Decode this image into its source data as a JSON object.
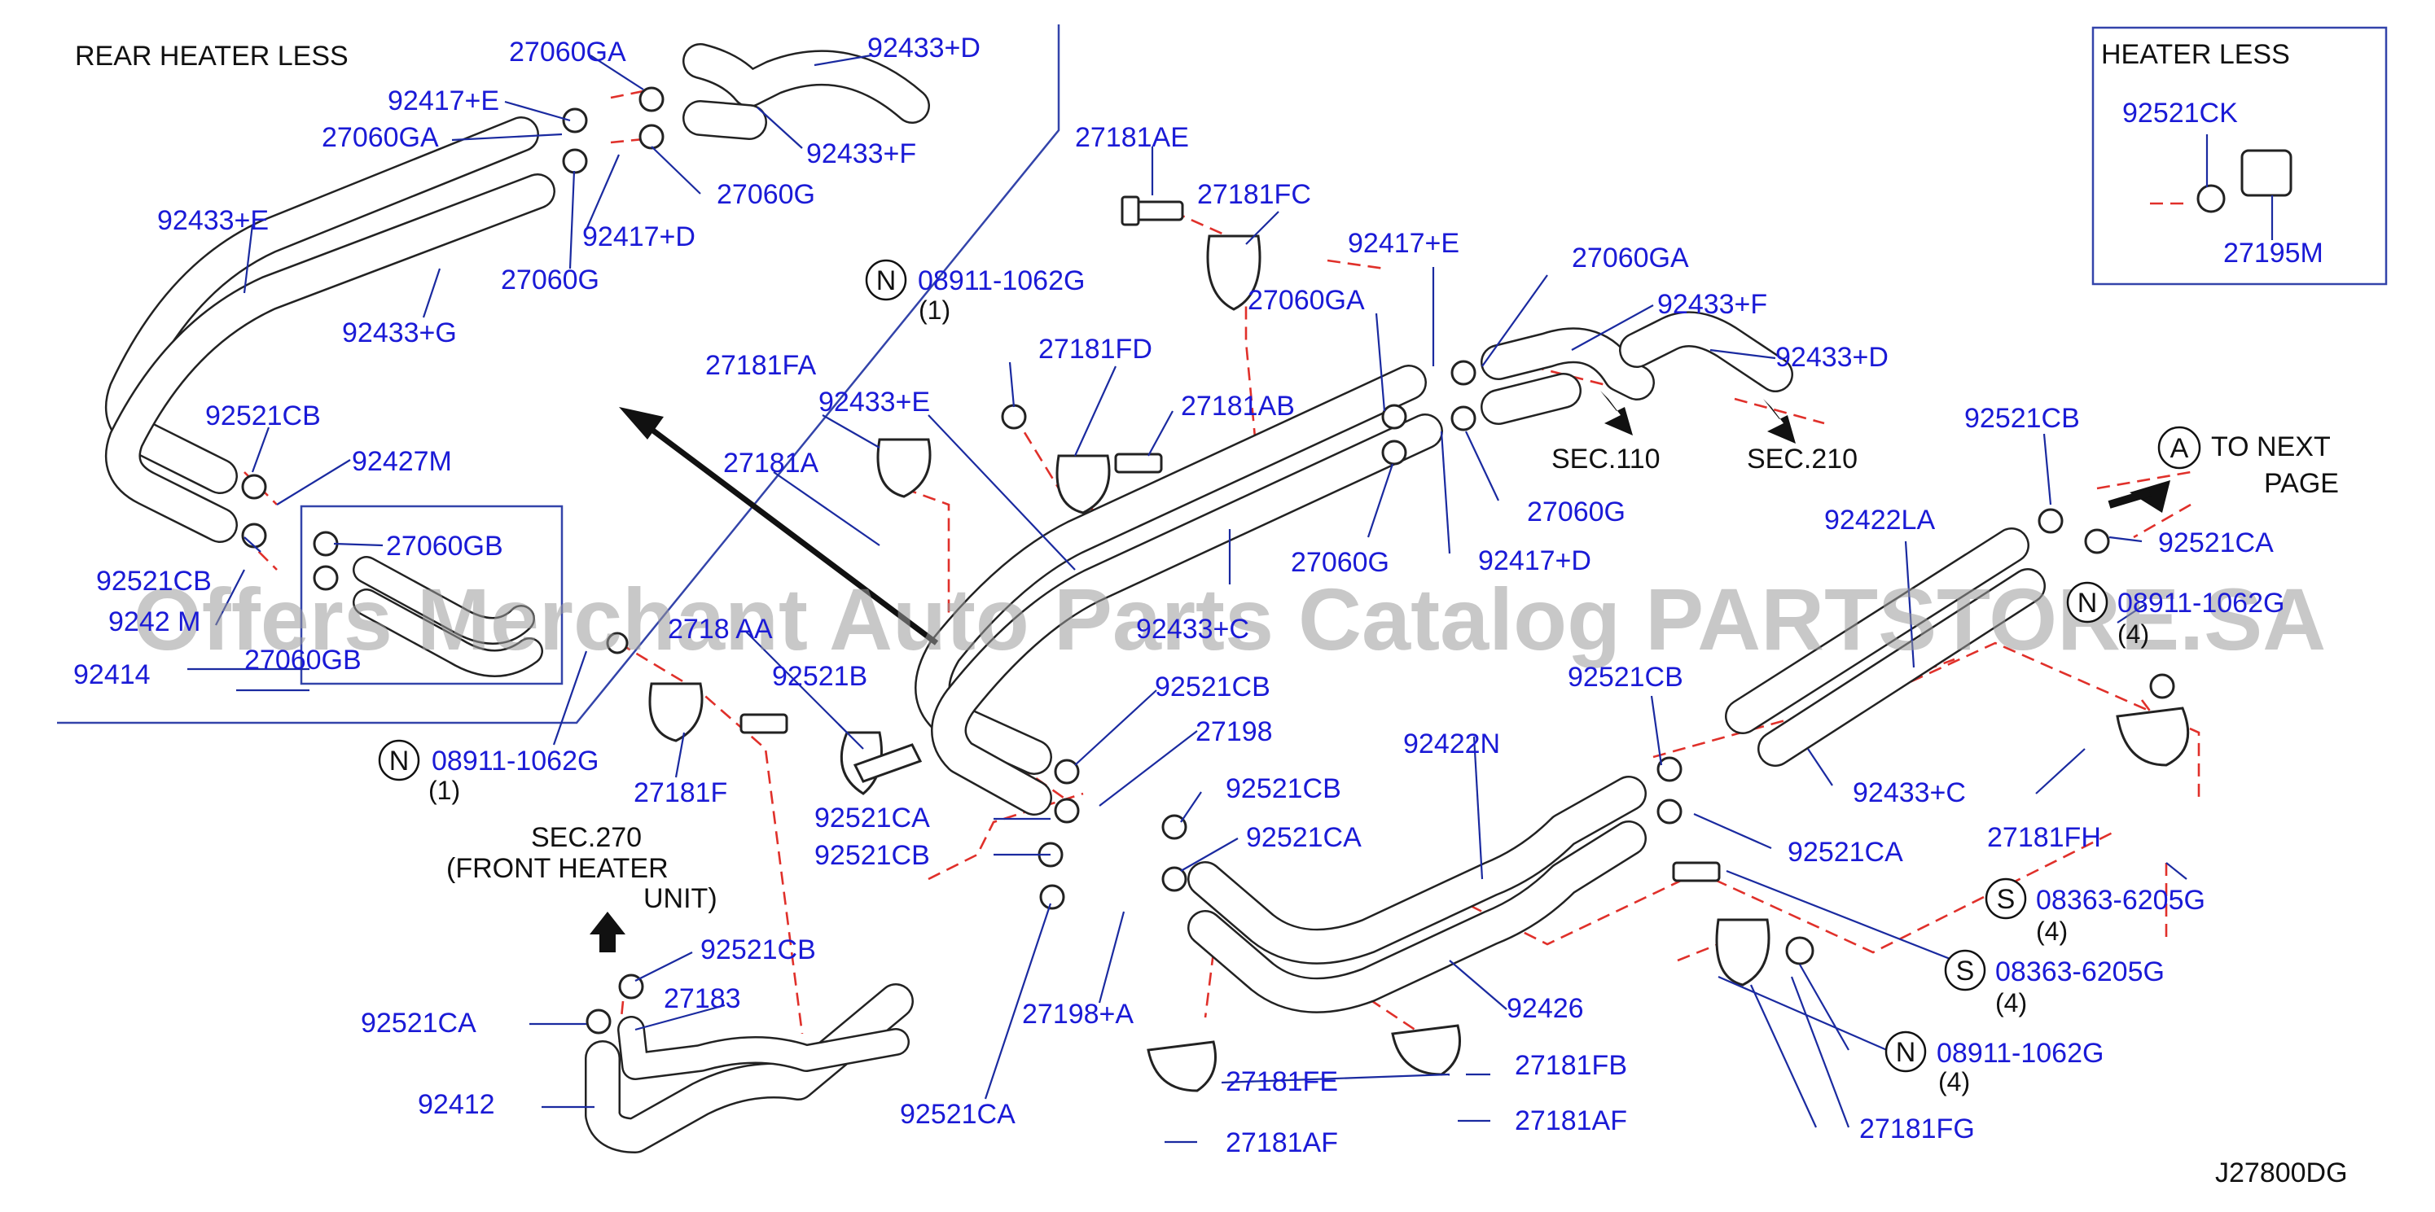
{
  "header": {
    "rear_heater_less": "REAR   HEATER   LESS",
    "heater_less": "HEATER   LESS",
    "to_next_page_marker": "A",
    "to_next_page_line1": "TO    NEXT",
    "to_next_page_line2": "PAGE",
    "diagram_code": "J27800DG"
  },
  "watermark": "Offers Merchant Auto Parts Catalog PARTSTORE.SA",
  "sections": {
    "sec110": "SEC.110",
    "sec210": "SEC.210",
    "sec270": "SEC.270",
    "front_heater_1": "(FRONT    HEATER",
    "front_heater_2": "UNIT)"
  },
  "part_labels": {
    "l01": "27060GA",
    "l02": "92433+D",
    "l03": "92417+E",
    "l04": "27060GA",
    "l05": "92433+F",
    "l06": "27060G",
    "l07": "92417+D",
    "l08": "27060G",
    "l09": "92433+E",
    "l10": "92433+G",
    "l11": "92521CB",
    "l12": "92427M",
    "l13": "27060GB",
    "l14": "92521CB",
    "l15": "9242 M",
    "l16": "92414",
    "l17": "27060GB",
    "l18": "27181AE",
    "l19": "27181FC",
    "l20": "08911-1062G",
    "l21": "27060GA",
    "l22": "27181FD",
    "l23": "27181FA",
    "l24": "92433+E",
    "l25": "27181AB",
    "l26": "27181A",
    "l27": "92417+E",
    "l28": "27060GA",
    "l29": "92433+F",
    "l30": "92433+D",
    "l31": "27060G",
    "l32": "27060G",
    "l33": "92417+D",
    "l34": "92433+C",
    "l35": "2718 AA",
    "l36": "92521B",
    "l37": "08911-1062G",
    "l38": "27181F",
    "l39": "92521CB",
    "l40": "27198",
    "l41": "92521CA",
    "l42": "92521CB",
    "l43": "92521CB",
    "l44": "92521CA",
    "l45": "92521CB",
    "l46": "27183",
    "l47": "92521CA",
    "l48": "92412",
    "l49": "27198+A",
    "l50": "92521CA",
    "l51": "27181FE",
    "l52": "27181AF",
    "l53": "92422N",
    "l54": "92426",
    "l55": "27181FB",
    "l56": "27181AF",
    "l57": "92521CB",
    "l58": "92422LA",
    "l59": "92521CB",
    "l60": "92521CA",
    "l61": "08911-1062G",
    "l62": "92433+C",
    "l63": "27181FH",
    "l64": "92521CA",
    "l65": "08363-6205G",
    "l66": "08363-6205G",
    "l67": "08911-1062G",
    "l68": "27181FG",
    "l69": "92521CK",
    "l70": "27195M"
  },
  "qty_notes": {
    "q1": "(1)",
    "q2": "(1)",
    "q3": "(4)",
    "q4": "(4)",
    "q5": "(4)",
    "q6": "(4)"
  },
  "symbols": {
    "n": "N",
    "s": "S"
  },
  "colors": {
    "part_number": "#1a1ad6",
    "leader": "#1a2aa0",
    "dashed": "#e0302a",
    "hose": "#222222"
  }
}
